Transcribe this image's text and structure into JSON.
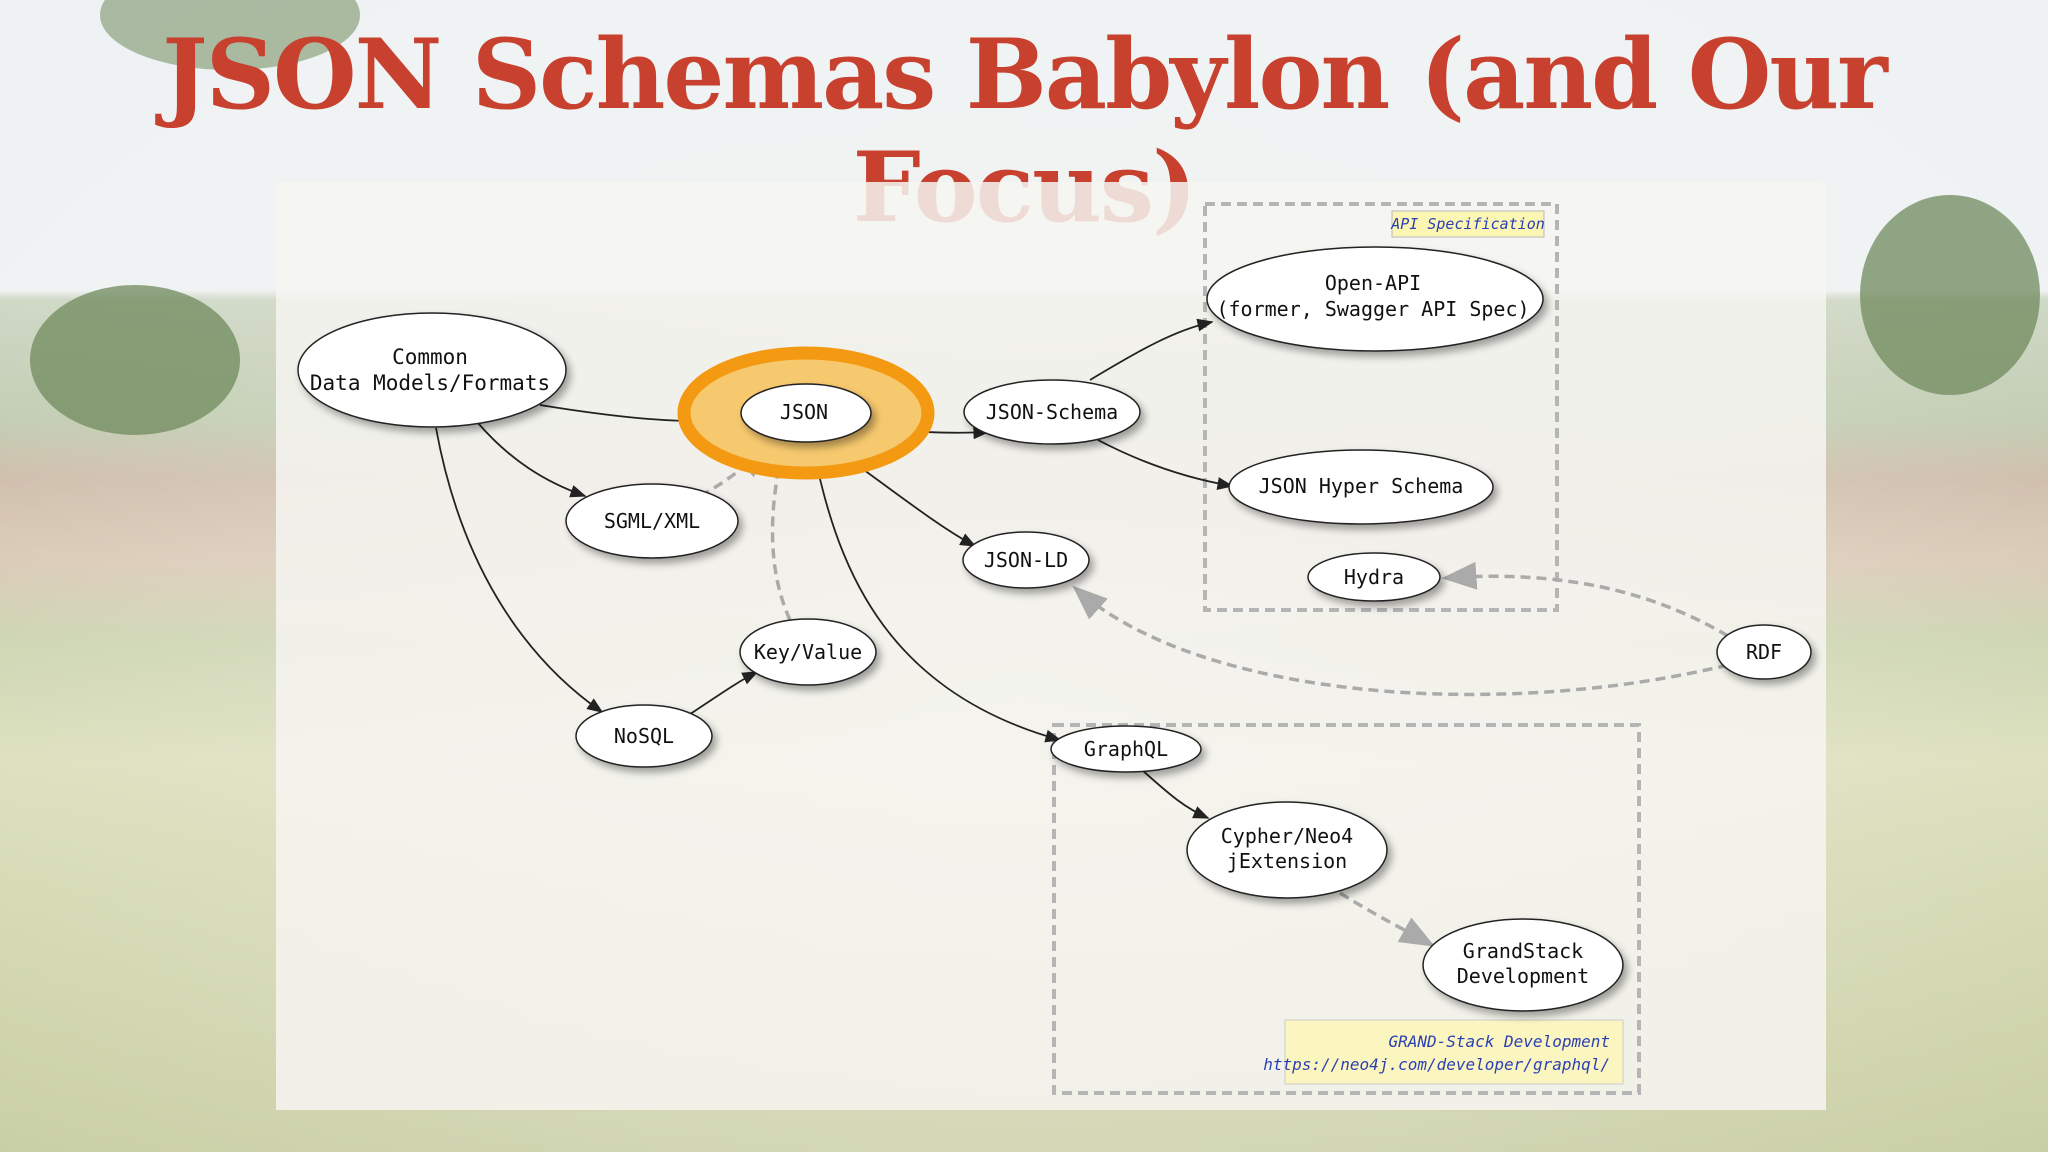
{
  "slide": {
    "title": "JSON Schemas Babylon (and Our Focus)"
  },
  "diagram": {
    "nodes": {
      "common": [
        "Common",
        "Data Models/Formats"
      ],
      "json": [
        "JSON"
      ],
      "sgml": [
        "SGML/XML"
      ],
      "nosql": [
        "NoSQL"
      ],
      "keyvalue": [
        "Key/Value"
      ],
      "jsonschema": [
        "JSON-Schema"
      ],
      "jsonld": [
        "JSON-LD"
      ],
      "openapi": [
        "Open-API",
        "(former, Swagger API Spec)"
      ],
      "hyperschema": [
        "JSON Hyper Schema"
      ],
      "hydra": [
        "Hydra"
      ],
      "rdf": [
        "RDF"
      ],
      "graphql": [
        "GraphQL"
      ],
      "cypher": [
        "Cypher/Neo4",
        "jExtension"
      ],
      "grandstack": [
        "GrandStack",
        "Development"
      ]
    },
    "groups": {
      "api_spec_label": "API Specification",
      "grand_note_line1": "GRAND-Stack Development",
      "grand_note_line2": "https://neo4j.com/developer/graphql/"
    },
    "edges": [
      {
        "from": "common",
        "to": "json",
        "style": "solid"
      },
      {
        "from": "common",
        "to": "sgml",
        "style": "solid"
      },
      {
        "from": "common",
        "to": "nosql",
        "style": "solid"
      },
      {
        "from": "nosql",
        "to": "keyvalue",
        "style": "solid"
      },
      {
        "from": "keyvalue",
        "to": "json",
        "style": "dashed"
      },
      {
        "from": "sgml",
        "to": "json",
        "style": "dashed"
      },
      {
        "from": "json",
        "to": "jsonschema",
        "style": "solid"
      },
      {
        "from": "json",
        "to": "jsonld",
        "style": "solid"
      },
      {
        "from": "json",
        "to": "graphql",
        "style": "solid"
      },
      {
        "from": "jsonschema",
        "to": "openapi",
        "style": "solid"
      },
      {
        "from": "jsonschema",
        "to": "hyperschema",
        "style": "solid"
      },
      {
        "from": "rdf",
        "to": "hydra",
        "style": "dashed"
      },
      {
        "from": "rdf",
        "to": "jsonld",
        "style": "dashed"
      },
      {
        "from": "graphql",
        "to": "cypher",
        "style": "solid"
      },
      {
        "from": "cypher",
        "to": "grandstack",
        "style": "dashed"
      }
    ],
    "highlighted_node": "json",
    "colors": {
      "title": "#c8412f",
      "highlight": "#f39a12",
      "group_label_bg": "#fbf6b4",
      "group_label_text": "#2b3fb5"
    }
  }
}
